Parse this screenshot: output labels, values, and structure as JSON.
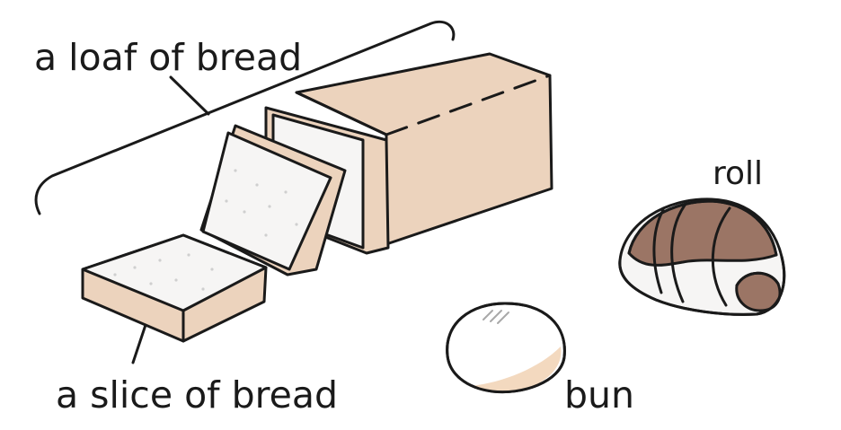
{
  "labels": {
    "loaf": "a loaf of bread",
    "slice": "a slice of bread",
    "roll": "roll",
    "bun": "bun"
  },
  "colors": {
    "crust": "#ecd3bd",
    "crumb": "#f6f5f4",
    "roll_dark": "#9b7565",
    "outline": "#1a1a1a",
    "background": "#ffffff"
  }
}
